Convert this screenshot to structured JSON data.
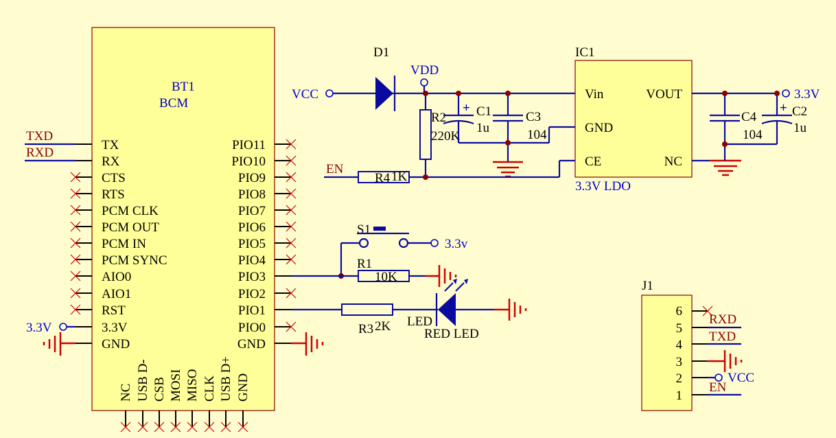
{
  "colors": {
    "background": "#fffdd0",
    "wire": "#0a0aa0",
    "component_body": "#ffff99",
    "net_label": "#8b0000",
    "port_label": "#0000cc",
    "ground": "#cc0000"
  },
  "bt1": {
    "designator": "BT1",
    "value": "BCM",
    "left_pins": [
      "TX",
      "RX",
      "CTS",
      "RTS",
      "PCM CLK",
      "PCM OUT",
      "PCM IN",
      "PCM SYNC",
      "AIO0",
      "AIO1",
      "RST",
      "3.3V",
      "GND"
    ],
    "right_pins": [
      "PIO11",
      "PIO10",
      "PIO9",
      "PIO8",
      "PIO7",
      "PIO6",
      "PIO5",
      "PIO4",
      "PIO3",
      "PIO2",
      "PIO1",
      "PIO0",
      "GND"
    ],
    "bottom_pins": [
      "NC",
      "USB D-",
      "CSB",
      "MOSI",
      "MISO",
      "CLK",
      "USB D+",
      "GND"
    ]
  },
  "nets": {
    "txd": "TXD",
    "rxd": "RXD",
    "en": "EN",
    "vcc": "VCC",
    "vdd": "VDD",
    "v33": "3.3V",
    "v33_lower": "3.3v",
    "v33_left": "3.3V"
  },
  "d1": {
    "designator": "D1"
  },
  "ic1": {
    "designator": "IC1",
    "value": "3.3V LDO",
    "pin_vin": "Vin",
    "pin_gnd": "GND",
    "pin_ce": "CE",
    "pin_vout": "VOUT",
    "pin_nc": "NC"
  },
  "r2": {
    "designator": "R2",
    "value": "220K"
  },
  "r4": {
    "designator": "R4",
    "value": "1K"
  },
  "c1": {
    "designator": "C1",
    "value": "1u"
  },
  "c3": {
    "designator": "C3",
    "value": "104"
  },
  "c4": {
    "designator": "C4",
    "value": "104"
  },
  "c2": {
    "designator": "C2",
    "value": "1u"
  },
  "s1": {
    "designator": "S1"
  },
  "r1": {
    "designator": "R1",
    "value": "10K"
  },
  "r3": {
    "designator": "R3",
    "value": "2K"
  },
  "led": {
    "designator": "LED",
    "value": "RED LED"
  },
  "j1": {
    "designator": "J1",
    "pins": [
      "6",
      "5",
      "4",
      "3",
      "2",
      "1"
    ]
  }
}
